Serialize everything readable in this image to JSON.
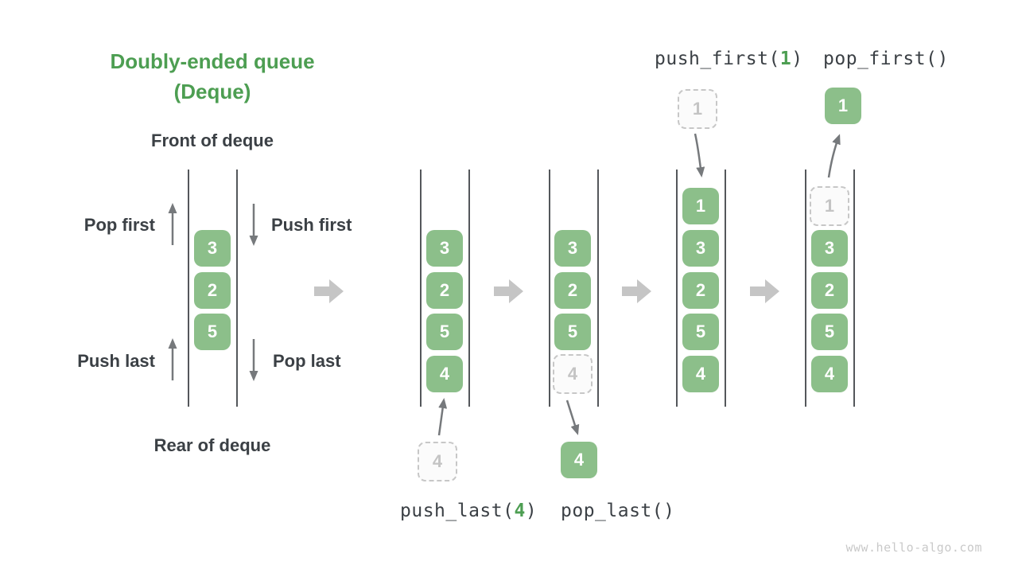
{
  "title": {
    "line1": "Doubly-ended queue",
    "line2": "(Deque)"
  },
  "labels": {
    "front_of_deque": "Front of deque",
    "rear_of_deque": "Rear of deque",
    "pop_first": "Pop first",
    "push_first": "Push first",
    "push_last": "Push last",
    "pop_last": "Pop last"
  },
  "operations": {
    "push_first": {
      "before": "push_first(",
      "arg": "1",
      "after": ")"
    },
    "pop_first": "pop_first()",
    "push_last": {
      "before": "push_last(",
      "arg": "4",
      "after": ")"
    },
    "pop_last": "pop_last()"
  },
  "queues": [
    {
      "name": "initial-deque",
      "cells": [
        {
          "value": "3"
        },
        {
          "value": "2"
        },
        {
          "value": "5"
        }
      ]
    },
    {
      "name": "after-push-last",
      "cells": [
        {
          "value": "3"
        },
        {
          "value": "2"
        },
        {
          "value": "5"
        },
        {
          "value": "4"
        }
      ]
    },
    {
      "name": "during-pop-last",
      "cells": [
        {
          "value": "3"
        },
        {
          "value": "2"
        },
        {
          "value": "5"
        },
        {
          "value": "4",
          "ghost": true
        }
      ]
    },
    {
      "name": "after-push-first",
      "cells": [
        {
          "value": "1"
        },
        {
          "value": "3"
        },
        {
          "value": "2"
        },
        {
          "value": "5"
        },
        {
          "value": "4"
        }
      ]
    },
    {
      "name": "during-pop-first",
      "cells": [
        {
          "value": "1",
          "ghost": true
        },
        {
          "value": "3"
        },
        {
          "value": "2"
        },
        {
          "value": "5"
        },
        {
          "value": "4"
        }
      ]
    }
  ],
  "floating_cells": {
    "push_last_incoming": "4",
    "pop_last_outgoing": "4",
    "push_first_incoming": "1",
    "pop_first_outgoing": "1"
  },
  "colors": {
    "accent_green": "#4d9e52",
    "cell_green": "#8cbf8a",
    "text_dark": "#3b4045",
    "thin_arrow_gray": "#76797c",
    "block_arrow_gray": "#c5c5c5",
    "ghost_gray": "#c7c7c7"
  },
  "watermark": "www.hello-algo.com"
}
